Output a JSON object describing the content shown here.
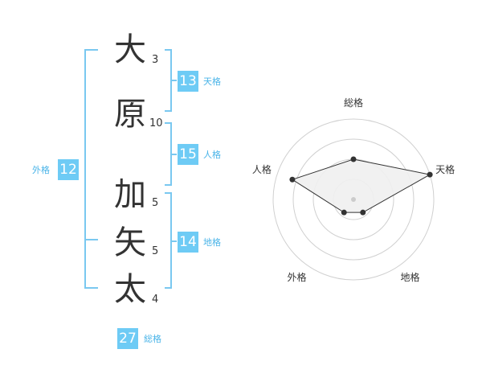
{
  "colors": {
    "accent": "#6ecbf5",
    "bracket": "#7ac8f0",
    "label": "#4ab4e8",
    "text": "#333333",
    "ring": "#d0d0d0",
    "area": "#f0f0f0",
    "polygon": "#333333"
  },
  "name": {
    "characters": [
      {
        "char": "大",
        "strokes": "3"
      },
      {
        "char": "原",
        "strokes": "10"
      },
      {
        "char": "加",
        "strokes": "5"
      },
      {
        "char": "矢",
        "strokes": "5"
      },
      {
        "char": "太",
        "strokes": "4"
      }
    ]
  },
  "fortunes": {
    "tenkaku": {
      "value": "13",
      "label": "天格"
    },
    "jinkaku": {
      "value": "15",
      "label": "人格"
    },
    "chikaku": {
      "value": "14",
      "label": "地格"
    },
    "gaikaku": {
      "value": "12",
      "label": "外格"
    },
    "soukaku": {
      "value": "27",
      "label": "総格"
    }
  },
  "chart_data": {
    "type": "radar",
    "axes": [
      "総格",
      "天格",
      "地格",
      "外格",
      "人格"
    ],
    "values": [
      0.5,
      1.0,
      0.2,
      0.2,
      0.8
    ],
    "rings": 4
  }
}
